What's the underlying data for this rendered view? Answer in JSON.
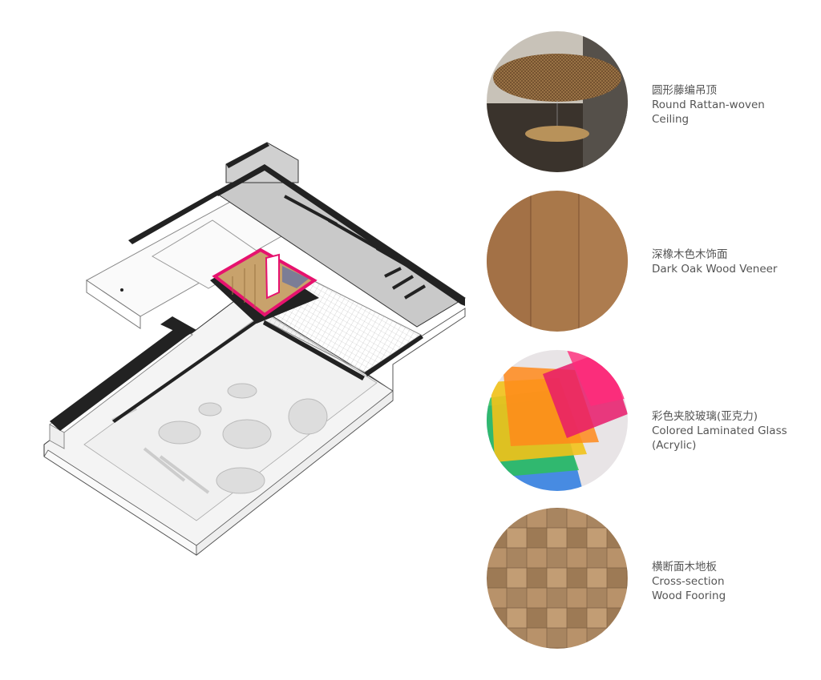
{
  "diagram": {
    "highlight_color": "#e6126e",
    "wall_color": "#222222"
  },
  "materials": [
    {
      "zh": "圆形藤编吊顶",
      "en_lines": [
        "Round Rattan-woven",
        "Ceiling"
      ],
      "icon": "rattan-ceiling-swatch"
    },
    {
      "zh": "深橡木色木饰面",
      "en_lines": [
        "Dark Oak Wood Veneer"
      ],
      "icon": "oak-veneer-swatch"
    },
    {
      "zh": "彩色夹胶玻璃(亚克力)",
      "en_lines": [
        "Colored Laminated Glass",
        "(Acrylic)"
      ],
      "icon": "colored-glass-swatch"
    },
    {
      "zh": "横断面木地板",
      "en_lines": [
        "Cross-section",
        "Wood Fooring"
      ],
      "icon": "end-grain-floor-swatch"
    }
  ]
}
